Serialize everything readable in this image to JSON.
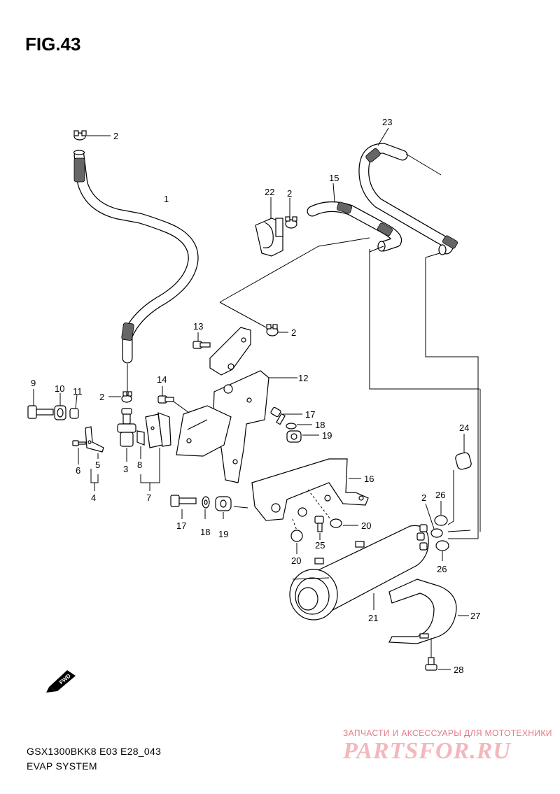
{
  "figure_title": "FIG.43",
  "model_code": "GSX1300BKK8 E03 E28_043",
  "system_name": "EVAP SYSTEM",
  "fwd_label": "FWD",
  "watermark": {
    "tagline": "ЗАПЧАСТИ И АКСЕССУАРЫ ДЛЯ МОТОТЕХНИКИ",
    "logo": "PARTSFOR.RU"
  },
  "callouts": [
    {
      "id": "c1",
      "num": "1"
    },
    {
      "id": "c2a",
      "num": "2"
    },
    {
      "id": "c2b",
      "num": "2"
    },
    {
      "id": "c2c",
      "num": "2"
    },
    {
      "id": "c2d",
      "num": "2"
    },
    {
      "id": "c2e",
      "num": "2"
    },
    {
      "id": "c3",
      "num": "3"
    },
    {
      "id": "c4",
      "num": "4"
    },
    {
      "id": "c5",
      "num": "5"
    },
    {
      "id": "c6",
      "num": "6"
    },
    {
      "id": "c7",
      "num": "7"
    },
    {
      "id": "c8",
      "num": "8"
    },
    {
      "id": "c9",
      "num": "9"
    },
    {
      "id": "c10",
      "num": "10"
    },
    {
      "id": "c11",
      "num": "11"
    },
    {
      "id": "c12",
      "num": "12"
    },
    {
      "id": "c13",
      "num": "13"
    },
    {
      "id": "c14",
      "num": "14"
    },
    {
      "id": "c15",
      "num": "15"
    },
    {
      "id": "c16",
      "num": "16"
    },
    {
      "id": "c17a",
      "num": "17"
    },
    {
      "id": "c17b",
      "num": "17"
    },
    {
      "id": "c18a",
      "num": "18"
    },
    {
      "id": "c18b",
      "num": "18"
    },
    {
      "id": "c19a",
      "num": "19"
    },
    {
      "id": "c19b",
      "num": "19"
    },
    {
      "id": "c20a",
      "num": "20"
    },
    {
      "id": "c20b",
      "num": "20"
    },
    {
      "id": "c21",
      "num": "21"
    },
    {
      "id": "c22",
      "num": "22"
    },
    {
      "id": "c23",
      "num": "23"
    },
    {
      "id": "c24",
      "num": "24"
    },
    {
      "id": "c25",
      "num": "25"
    },
    {
      "id": "c26a",
      "num": "26"
    },
    {
      "id": "c26b",
      "num": "26"
    },
    {
      "id": "c27",
      "num": "27"
    },
    {
      "id": "c28",
      "num": "28"
    }
  ]
}
